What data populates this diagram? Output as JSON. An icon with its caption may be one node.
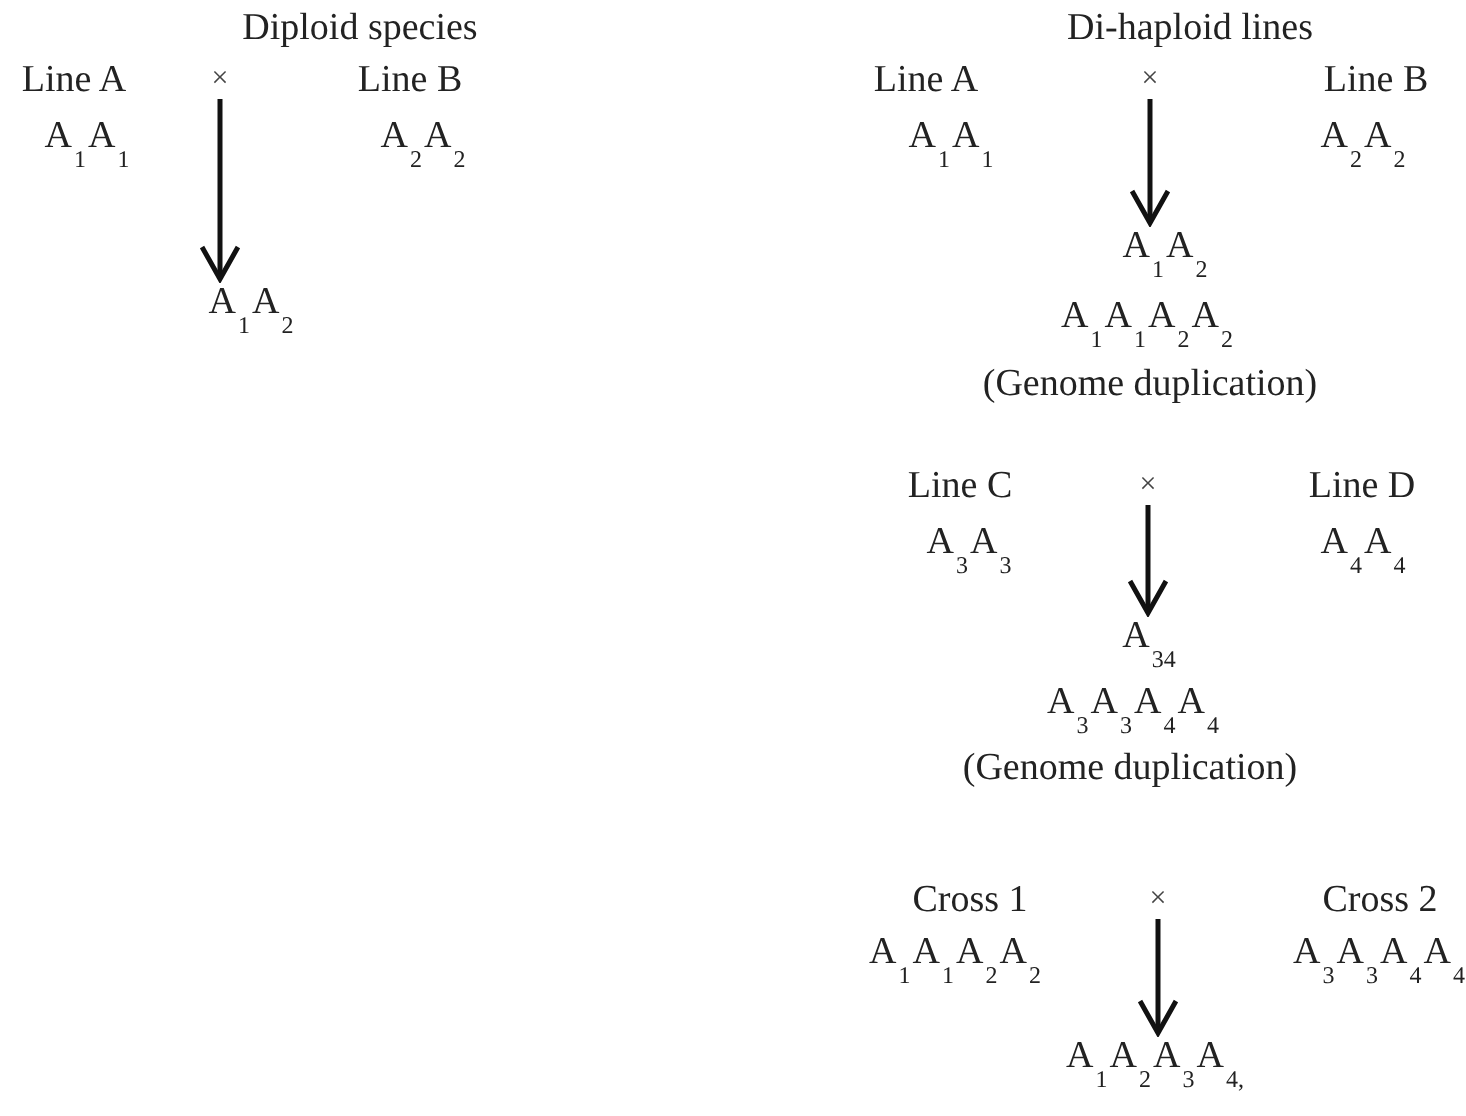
{
  "diagram": {
    "nodes": [
      {
        "text": [
          "×"
        ]
      },
      {
        "text": [
          "A$_{1}$A$_{2}$"
        ]
      },
      {
        "text": [
          "×"
        ]
      },
      {
        "text": [
          "A$_{1}$A$_{2}$"
        ]
      },
      {
        "text": [
          "×"
        ]
      },
      {
        "text": [
          "A$_{34}$"
        ]
      },
      {
        "text": [
          "×"
        ]
      },
      {
        "text": [
          "A$_{1}$A$_{2}$A$_{3}$A$_{4,}$"
        ]
      }
    ],
    "edges": [
      {
        "from": 0,
        "to": 1,
        "arrow": "to"
      },
      {
        "from": 2,
        "to": 3,
        "arrow": "to"
      },
      {
        "from": 4,
        "to": 5,
        "arrow": "to"
      },
      {
        "from": 6,
        "to": 7,
        "arrow": "to"
      }
    ],
    "labels": [
      "Diploid species",
      "Di-haploid lines",
      "Line A",
      "Line B",
      "Line A",
      "Line B",
      "A$_{1}$A$_{1}$",
      "A$_{2}$A$_{2}$",
      "A$_{1}$A$_{1}$",
      "A$_{2}$A$_{2}$",
      "A$_{1}$A$_{1}$A$_{2}$A$_{2}$",
      "(Genome duplication)",
      "Line C",
      "Line D",
      "A$_{3}$A$_{3}$",
      "A$_{4}$A$_{4}$",
      "A$_{3}$A$_{3}$A$_{4}$A$_{4}$",
      "(Genome duplication)",
      "Cross 1",
      "Cross 2",
      "A$_{1}$A$_{1}$A$_{2}$A$_{2}$",
      "A$_{3}$A$_{3}$A$_{4}$A$_{4}$"
    ]
  }
}
